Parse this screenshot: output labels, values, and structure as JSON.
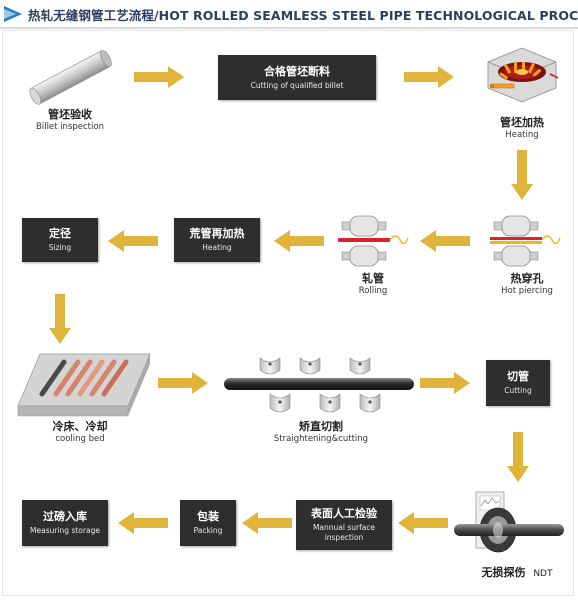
{
  "header": {
    "title": "热轧无缝钢管工艺流程/HOT ROLLED SEAMLESS STEEL PIPE TECHNOLOGICAL  PROCESS"
  },
  "colors": {
    "arrow": "#e0b43a",
    "box": "#2e2e2e",
    "box_text": "#ffffff",
    "header": "#2b3f60"
  },
  "steps": {
    "billet_inspection": {
      "zh": "管坯验收",
      "en": "Billet  inspection"
    },
    "cutting_billet": {
      "zh": "合格管坯断料",
      "en": "Cutting of qualified billet"
    },
    "heating": {
      "zh": "管坯加热",
      "en": "Heating"
    },
    "hot_piercing": {
      "zh": "热穿孔",
      "en": "Hot piercing"
    },
    "rolling": {
      "zh": "轧管",
      "en": "Rolling"
    },
    "reheating": {
      "zh": "荒管再加热",
      "en": "Heating"
    },
    "sizing": {
      "zh": "定径",
      "en": "Sizing"
    },
    "cooling_bed": {
      "zh": "冷床、冷却",
      "en": "cooling bed"
    },
    "straightening": {
      "zh": "矫直切割",
      "en": "Straightening&cutting"
    },
    "cutting": {
      "zh": "切管",
      "en": "Cutting"
    },
    "ndt": {
      "zh": "无损探伤",
      "en": "NDT"
    },
    "surface_inspection": {
      "zh": "表面人工检验",
      "en": "Mannual surface inspection"
    },
    "packing": {
      "zh": "包装",
      "en": "Packing"
    },
    "measuring_storage": {
      "zh": "过磅入库",
      "en": "Measuring storage"
    }
  }
}
